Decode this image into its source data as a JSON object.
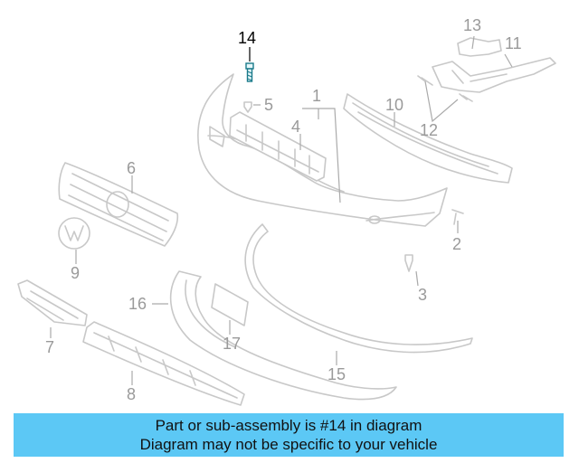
{
  "callouts": {
    "c1": "1",
    "c2": "2",
    "c3": "3",
    "c4": "4",
    "c5": "5",
    "c6": "6",
    "c7": "7",
    "c8": "8",
    "c9": "9",
    "c10": "10",
    "c11": "11",
    "c12": "12",
    "c13": "13",
    "c14": "14",
    "c15": "15",
    "c16": "16",
    "c17": "17"
  },
  "highlight_part": "14",
  "colors": {
    "banner": "#5cc8f5",
    "part_outline": "#c8c8c8",
    "highlight": "#1a7a8a"
  },
  "banner": {
    "line1": "Part or sub-assembly is #14 in diagram",
    "line2": "Diagram may not be specific to your vehicle"
  }
}
